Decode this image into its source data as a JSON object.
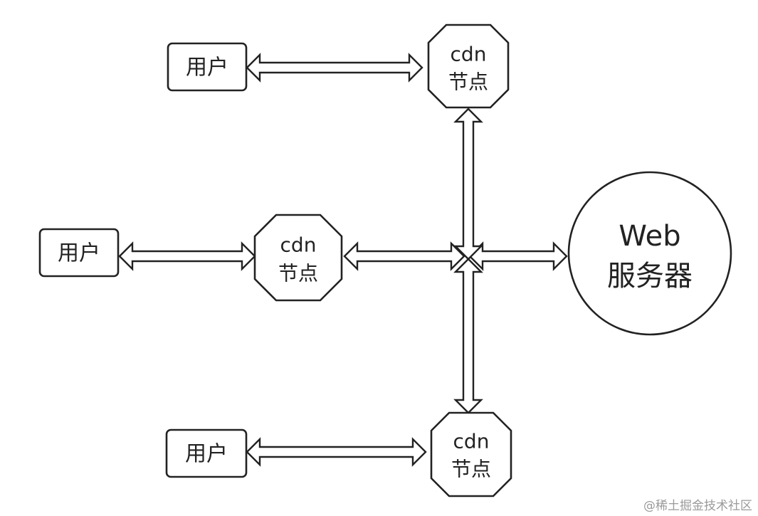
{
  "nodes": {
    "user_top": {
      "label": "用户"
    },
    "user_middle": {
      "label": "用户"
    },
    "user_bottom": {
      "label": "用户"
    },
    "cdn_top": {
      "line1": "cdn",
      "line2": "节点"
    },
    "cdn_middle": {
      "line1": "cdn",
      "line2": "节点"
    },
    "cdn_bottom": {
      "line1": "cdn",
      "line2": "节点"
    },
    "server": {
      "line1": "Web",
      "line2": "服务器"
    }
  },
  "watermark": "@稀土掘金技术社区"
}
